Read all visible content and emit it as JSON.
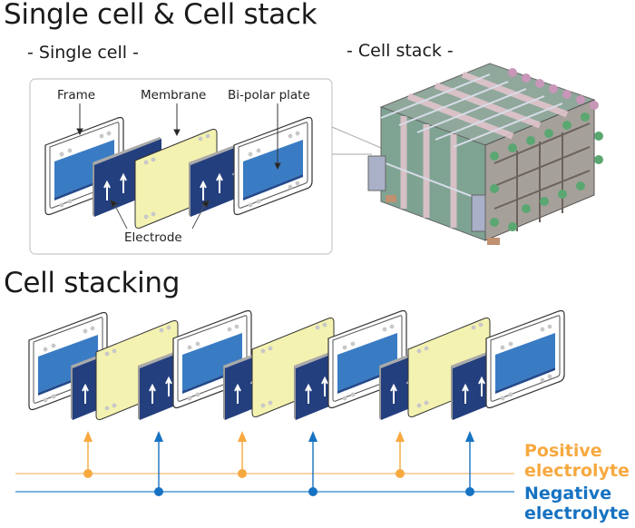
{
  "header": {
    "title": "Single cell & Cell stack"
  },
  "single_cell": {
    "title": "- Single cell -",
    "labels": {
      "frame": "Frame",
      "membrane": "Membrane",
      "bipolar_plate": "Bi-polar plate",
      "electrode": "Electrode"
    }
  },
  "cell_stack": {
    "title": "- Cell stack -"
  },
  "cell_stacking": {
    "title": "Cell stacking",
    "legend": {
      "positive_line1": "Positive",
      "positive_line2": "electrolyte",
      "negative_line1": "Negative",
      "negative_line2": "electrolyte"
    }
  },
  "colors": {
    "positive": "#f7a940",
    "negative": "#1672c2",
    "plate_blue": "#3a7cc4",
    "electrode_navy": "#243f7e",
    "membrane_yellow": "#f4f2b0"
  }
}
